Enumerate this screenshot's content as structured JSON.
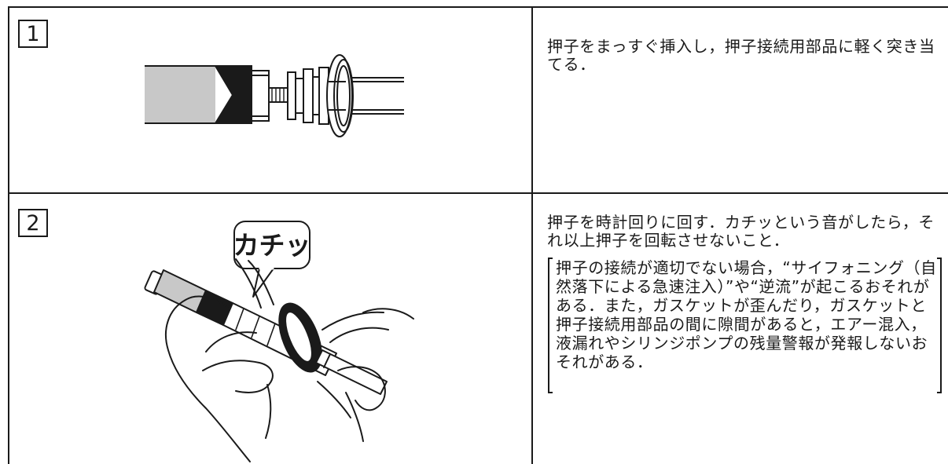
{
  "steps": [
    {
      "number": "1",
      "text": "押子をまっすぐ挿入し，押子接続用部品に軽く突き当てる．"
    },
    {
      "number": "2",
      "text": "押子を時計回りに回す．カチッという音がしたら，それ以上押子を回転させないこと．",
      "note": "押子の接続が適切でない場合，“サイフォニング（自然落下による急速注入）”や“逆流”が起こるおそれがある．また，ガスケットが歪んだり，ガスケットと押子接続用部品の間に隙間があると，エアー混入，液漏れやシリンジポンプの残量警報が発報しないおそれがある．",
      "callout": "カチッ"
    }
  ]
}
